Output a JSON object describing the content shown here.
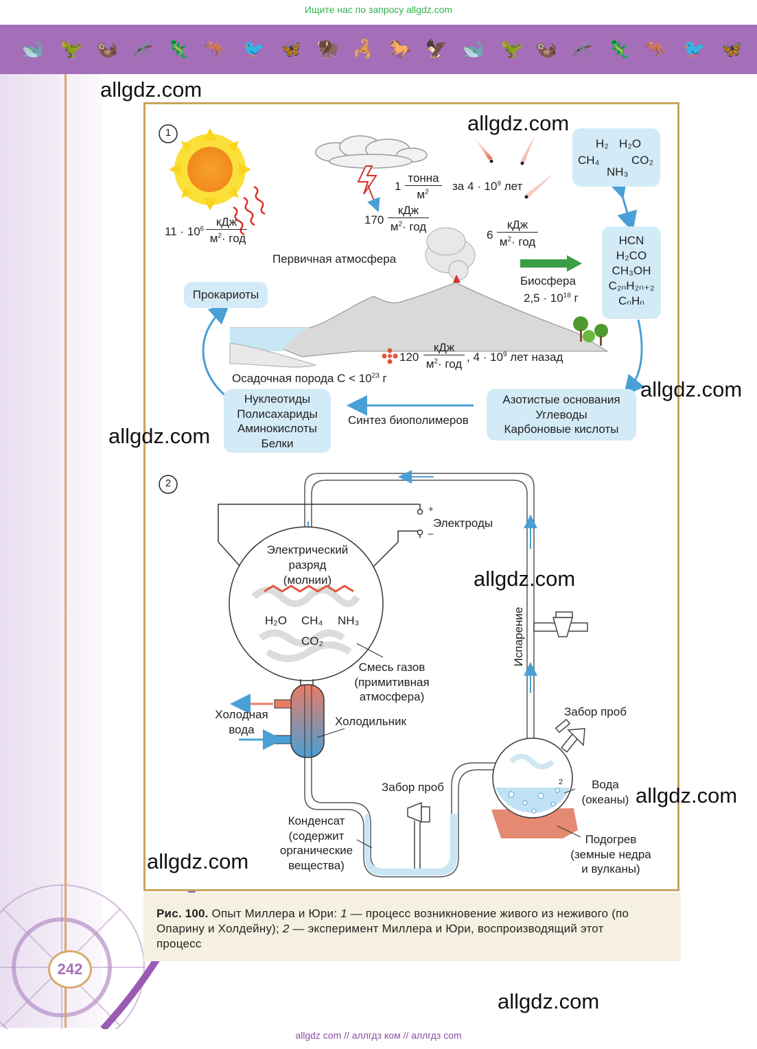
{
  "header": {
    "search_hint": "Ищите нас по запросу allgdz.com"
  },
  "watermarks": [
    "allgdz.com",
    "allgdz.com",
    "allgdz.com",
    "allgdz.com",
    "allgdz.com",
    "allgdz.com",
    "allgdz.com",
    "allgdz.com"
  ],
  "diagram1": {
    "number": "1",
    "sun_energy": {
      "coef": "11 · 10",
      "exp": "6",
      "num": "кДж",
      "den": "м",
      "den_exp": "2",
      "den_tail": "· год"
    },
    "lightning_energy": {
      "coef": "170",
      "num": "кДж",
      "den": "м",
      "den_exp": "2",
      "den_tail": "· год"
    },
    "meteor_mass": {
      "coef": "1",
      "num": "тонна",
      "den": "м",
      "den_exp": "2",
      "tail": "за 4 · 10",
      "tail_exp": "9",
      "tail_end": "лет"
    },
    "volcano_energy": {
      "coef": "6",
      "num": "кДж",
      "den": "м",
      "den_exp": "2",
      "den_tail": "· год"
    },
    "gases_box": [
      "H₂",
      "H₂O",
      "CH₄",
      "CO₂",
      "NH₃"
    ],
    "organics_box": [
      "HCN",
      "H₂CO",
      "CH₃OH",
      "C₂ₙH₂ₙ₊₂",
      "CₙHₙ"
    ],
    "primary_atmosphere": "Первичная атмосфера",
    "biosphere_label": "Биосфера",
    "biosphere_mass": {
      "coef": "2,5 · 10",
      "exp": "18",
      "unit": "г"
    },
    "prokaryotes": "Прокариоты",
    "radiation_energy": {
      "coef": "120",
      "num": "кДж",
      "den": "м",
      "den_exp": "2",
      "den_tail": "· год",
      "tail": ", 4 · 10",
      "tail_exp": "9",
      "tail_end": "лет назад"
    },
    "sediment": {
      "text": "Осадочная порода C < 10",
      "exp": "23",
      "unit": "г"
    },
    "biopolymers_box": [
      "Нуклеотиды",
      "Полисахариды",
      "Аминокислоты",
      "Белки"
    ],
    "synthesis_label": "Синтез биополимеров",
    "monomers_box": [
      "Азотистые основания",
      "Углеводы",
      "Карбоновые кислоты"
    ]
  },
  "diagram2": {
    "number": "2",
    "electrodes": "Электроды",
    "plus": "+",
    "minus": "–",
    "discharge": [
      "Электрический",
      "разряд",
      "(молнии)"
    ],
    "gases": [
      "H₂O",
      "CH₄",
      "NH₃",
      "CO₂"
    ],
    "gas_mix": [
      "Смесь газов",
      "(примитивная",
      "атмосфера)"
    ],
    "cold_water": [
      "Холодная",
      "вода"
    ],
    "cooler": "Холодильник",
    "evaporation": "Испарение",
    "sampling_top": "Забор проб",
    "sampling_bottom": "Забор проб",
    "water": [
      "Вода",
      "(океаны)"
    ],
    "heating": [
      "Подогрев",
      "(земные недра",
      "и вулканы)"
    ],
    "condensate": [
      "Конденсат",
      "(содержит",
      "органические",
      "вещества)"
    ],
    "flask_mark": "2"
  },
  "caption": {
    "fig": "Рис. 100.",
    "text_1": "Опыт Миллера и Юри:",
    "n1": "1",
    "text_2": "— процесс возникновение живого из неживого (по Опарину и Холдейну);",
    "n2": "2",
    "text_3": "— эксперимент Миллера и Юри, воспроизводящий этот процесс"
  },
  "page_number": "242",
  "footer": {
    "links": "allgdz com  //  аллгдз ком  //  аллгдз com"
  },
  "colors": {
    "band": "#a46fb8",
    "box": "#d3ebf7",
    "arrow_blue": "#4a9fd6",
    "arrow_green": "#3a9e45",
    "frame": "#c9a45c"
  }
}
